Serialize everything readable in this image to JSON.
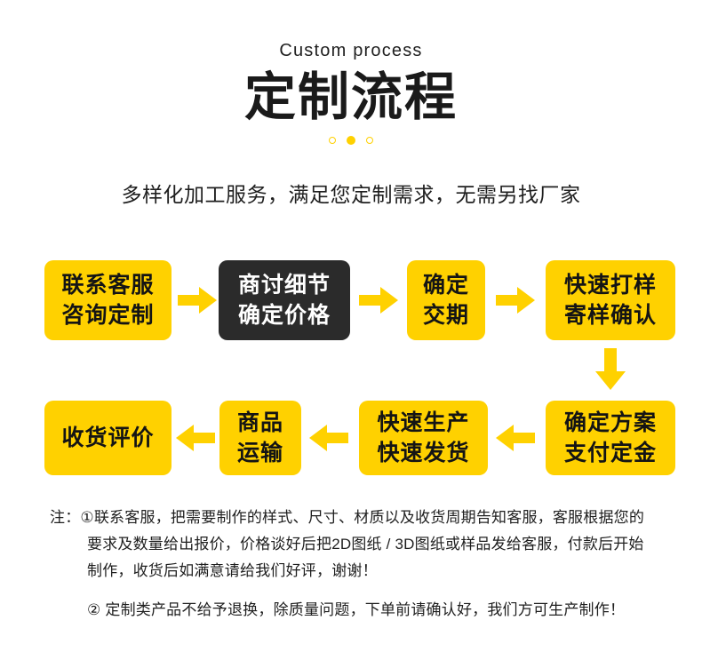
{
  "header": {
    "eyebrow": "Custom process",
    "title": "定制流程",
    "dots": [
      "hollow",
      "solid",
      "hollow"
    ],
    "subtitle": "多样化加工服务，满足您定制需求，无需另找厂家"
  },
  "colors": {
    "accent_yellow": "#FFD100",
    "dark_box": "#2B2B2B",
    "text_dark": "#1F1F1F",
    "text_on_dark": "#FFFFFF",
    "background": "#FFFFFF"
  },
  "flow": {
    "row1": [
      {
        "id": "step-1",
        "style": "yellow",
        "lines": [
          "联系客服",
          "咨询定制"
        ]
      },
      {
        "id": "step-2",
        "style": "dark",
        "lines": [
          "商讨细节",
          "确定价格"
        ]
      },
      {
        "id": "step-3",
        "style": "yellow",
        "lines": [
          "确定",
          "交期"
        ]
      },
      {
        "id": "step-4",
        "style": "yellow",
        "lines": [
          "快速打样",
          "寄样确认"
        ]
      }
    ],
    "row2": [
      {
        "id": "step-8",
        "style": "yellow",
        "lines": [
          "收货评价"
        ]
      },
      {
        "id": "step-7",
        "style": "yellow",
        "lines": [
          "商品",
          "运输"
        ]
      },
      {
        "id": "step-6",
        "style": "yellow",
        "lines": [
          "快速生产",
          "快速发货"
        ]
      },
      {
        "id": "step-5",
        "style": "yellow",
        "lines": [
          "确定方案",
          "支付定金"
        ]
      }
    ],
    "connectors": [
      {
        "id": "arrow-1-2",
        "direction": "right"
      },
      {
        "id": "arrow-2-3",
        "direction": "right"
      },
      {
        "id": "arrow-3-4",
        "direction": "right"
      },
      {
        "id": "arrow-4-5",
        "direction": "down"
      },
      {
        "id": "arrow-5-6",
        "direction": "left"
      },
      {
        "id": "arrow-6-7",
        "direction": "left"
      },
      {
        "id": "arrow-7-8",
        "direction": "left"
      }
    ]
  },
  "notes": {
    "prefix": "注：",
    "item1_marker": "①",
    "item1_line1": "联系客服，把需要制作的样式、尺寸、材质以及收货周期告知客服，客服根据您的",
    "item1_line2": "要求及数量给出报价，价格谈好后把2D图纸 / 3D图纸或样品发给客服，付款后开始",
    "item1_line3": "制作，收货后如满意请给我们好评，谢谢！",
    "item2": "② 定制类产品不给予退换，除质量问题，下单前请确认好，我们方可生产制作！"
  }
}
